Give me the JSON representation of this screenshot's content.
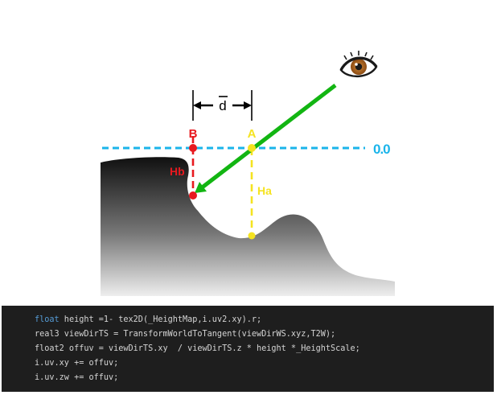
{
  "diagram": {
    "labels": {
      "d": "d",
      "b": "B",
      "a": "A",
      "hb": "Hb",
      "ha": "Ha",
      "zero": "0.0"
    },
    "colors": {
      "red": "#e8191f",
      "yellow": "#f5e321",
      "green": "#12b512",
      "cyan": "#1ab4ea",
      "surface_dark": "#111111",
      "surface_light": "#e6e6e6",
      "arrow_black": "#000000"
    },
    "icons": {
      "eye": "eye-icon"
    }
  },
  "code": {
    "lines": [
      {
        "keyword": "float",
        "rest": " height =1- tex2D(_HeightMap,i.uv2.xy).r;"
      },
      {
        "keyword": "",
        "rest": "real3 viewDirTS = TransformWorldToTangent(viewDirWS.xyz,T2W);"
      },
      {
        "keyword": "",
        "rest": "float2 offuv = viewDirTS.xy  / viewDirTS.z * height *_HeightScale;"
      },
      {
        "keyword": "",
        "rest": "i.uv.xy += offuv;"
      },
      {
        "keyword": "",
        "rest": "i.uv.zw += offuv;"
      }
    ]
  }
}
